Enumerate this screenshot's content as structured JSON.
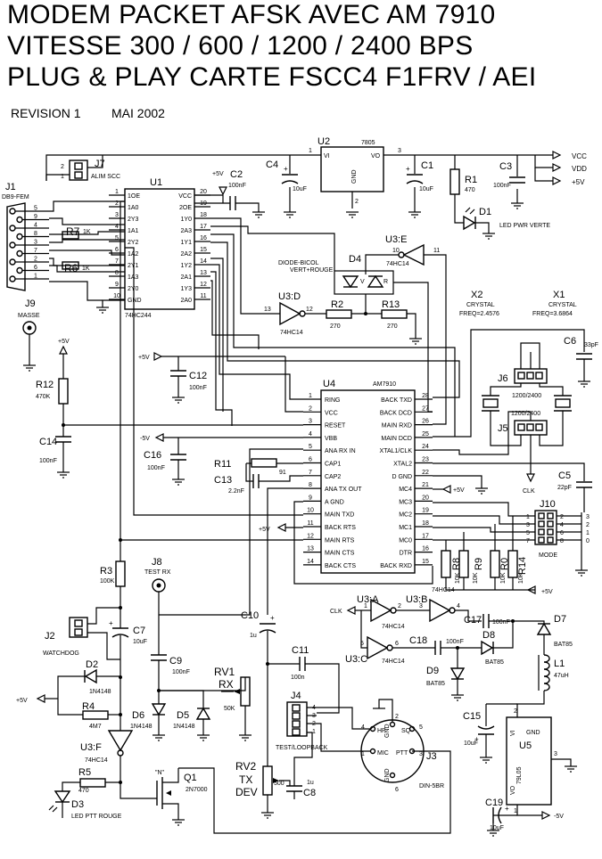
{
  "title": {
    "line1": "MODEM  PACKET AFSK AVEC AM 7910",
    "line2": "VITESSE 300 / 600 / 1200 / 2400  BPS",
    "line3": "PLUG & PLAY CARTE FSCC4  F1FRV / AEI"
  },
  "revision": "REVISION 1",
  "date": "MAI 2002",
  "ics": {
    "u1": {
      "ref": "U1",
      "part": "74HC244",
      "left_pins": [
        [
          "1OE",
          "1"
        ],
        [
          "1A0",
          "2"
        ],
        [
          "2Y3",
          "3"
        ],
        [
          "1A1",
          "4"
        ],
        [
          "2Y2",
          "5"
        ],
        [
          "1A2",
          "6"
        ],
        [
          "2Y1",
          "7"
        ],
        [
          "1A3",
          "8"
        ],
        [
          "2Y0",
          "9"
        ],
        [
          "GND",
          "10"
        ]
      ],
      "right_pins": [
        [
          "VCC",
          "20"
        ],
        [
          "2OE",
          "19"
        ],
        [
          "1Y0",
          "18"
        ],
        [
          "2A3",
          "17"
        ],
        [
          "1Y1",
          "16"
        ],
        [
          "2A2",
          "15"
        ],
        [
          "1Y2",
          "14"
        ],
        [
          "2A1",
          "13"
        ],
        [
          "1Y3",
          "12"
        ],
        [
          "2A0",
          "11"
        ]
      ]
    },
    "u2": {
      "ref": "U2",
      "part": "7805",
      "vi": "VI",
      "vo": "VO",
      "gnd": "GND",
      "p1": "1",
      "p2": "2",
      "p3": "3"
    },
    "u4": {
      "ref": "U4",
      "part": "AM7910",
      "left_pins": [
        [
          "RING",
          "1"
        ],
        [
          "VCC",
          "2"
        ],
        [
          "RESET",
          "3"
        ],
        [
          "VBB",
          "4"
        ],
        [
          "ANA RX IN",
          "5"
        ],
        [
          "CAP1",
          "6"
        ],
        [
          "CAP2",
          "7"
        ],
        [
          "ANA TX OUT",
          "8"
        ],
        [
          "A GND",
          "9"
        ],
        [
          "MAIN TXD",
          "10"
        ],
        [
          "BACK RTS",
          "11"
        ],
        [
          "MAIN RTS",
          "12"
        ],
        [
          "MAIN CTS",
          "13"
        ],
        [
          "BACK CTS",
          "14"
        ]
      ],
      "right_pins": [
        [
          "BACK TXD",
          "28"
        ],
        [
          "BACK DCD",
          "27"
        ],
        [
          "MAIN RXD",
          "26"
        ],
        [
          "MAIN DCD",
          "25"
        ],
        [
          "XTAL1/CLK",
          "24"
        ],
        [
          "XTAL2",
          "23"
        ],
        [
          "D GND",
          "22"
        ],
        [
          "MC4",
          "21"
        ],
        [
          "MC3",
          "20"
        ],
        [
          "MC2",
          "19"
        ],
        [
          "MC1",
          "18"
        ],
        [
          "MC0",
          "17"
        ],
        [
          "DTR",
          "16"
        ],
        [
          "BACK RXD",
          "15"
        ]
      ]
    },
    "u5": {
      "ref": "U5",
      "part": "79L05",
      "vi": "VI",
      "vo": "VO",
      "gnd": "GND",
      "p1": "1",
      "p2": "2",
      "p3": "3"
    },
    "u3a": {
      "ref": "U3:A",
      "part": "74HC14",
      "in": "1",
      "out": "2"
    },
    "u3b": {
      "ref": "U3:B",
      "part": "74HC14",
      "in": "3",
      "out": "4"
    },
    "u3c": {
      "ref": "U3:C",
      "part": "74HC14",
      "in": "5",
      "out": "6"
    },
    "u3d": {
      "ref": "U3:D",
      "part": "74HC14",
      "in": "13",
      "out": "12"
    },
    "u3e": {
      "ref": "U3:E",
      "part": "74HC14",
      "in": "10",
      "out": "11"
    },
    "u3f": {
      "ref": "U3:F",
      "part": "74HC14"
    }
  },
  "parts": {
    "r1": [
      "R1",
      "470"
    ],
    "r2": [
      "R2",
      "270"
    ],
    "r13": [
      "R13",
      "270"
    ],
    "r3": [
      "R3",
      "100K"
    ],
    "r4": [
      "R4",
      "4M7"
    ],
    "r5": [
      "R5",
      "470"
    ],
    "r6": [
      "R6",
      "1K"
    ],
    "r7": [
      "R7",
      "1K"
    ],
    "r11": [
      "R11",
      "91"
    ],
    "r12": [
      "R12",
      "470K"
    ],
    "r8": [
      "R8",
      "10K"
    ],
    "r9": [
      "R9",
      "10K"
    ],
    "r0": [
      "R0",
      "10K"
    ],
    "r14": [
      "R14",
      "10K"
    ],
    "c1": [
      "C1",
      "10uF"
    ],
    "c2": [
      "C2",
      "100nF"
    ],
    "c3": [
      "C3",
      "100nF"
    ],
    "c4": [
      "C4",
      "10uF"
    ],
    "c5": [
      "C5",
      "22pF"
    ],
    "c6": [
      "C6",
      "33pF"
    ],
    "c7": [
      "C7",
      "10uF"
    ],
    "c8": [
      "C8",
      "1u"
    ],
    "c9": [
      "C9",
      "100nF"
    ],
    "c10": [
      "C10",
      "1u"
    ],
    "c11": [
      "C11",
      "100n"
    ],
    "c12": [
      "C12",
      "100nF"
    ],
    "c13": [
      "C13",
      "2.2nF"
    ],
    "c14": [
      "C14",
      "100nF"
    ],
    "c15": [
      "C15",
      "10uF"
    ],
    "c16": [
      "C16",
      "100nF"
    ],
    "c17": [
      "C17",
      "100nF"
    ],
    "c18": [
      "C18",
      "100nF"
    ],
    "c19": [
      "C19",
      "10uF"
    ],
    "d1": [
      "D1",
      "LED PWR VERTE"
    ],
    "d2": [
      "D2",
      "1N4148"
    ],
    "d3": [
      "D3",
      "LED PTT ROUGE"
    ],
    "d4": [
      "D4",
      "DIODE-BICOL",
      "VERT+ROUGE"
    ],
    "d5": [
      "D5",
      "1N4148"
    ],
    "d6": [
      "D6",
      "1N4148"
    ],
    "d7": [
      "D7",
      "BAT85"
    ],
    "d8": [
      "D8",
      "BAT85"
    ],
    "d9": [
      "D9",
      "BAT85"
    ],
    "x1": [
      "X1",
      "CRYSTAL",
      "FREQ=3.6864"
    ],
    "x2": [
      "X2",
      "CRYSTAL",
      "FREQ=2.4576"
    ],
    "l1": [
      "L1",
      "47uH"
    ],
    "q1": [
      "Q1",
      "2N7000"
    ],
    "q1_tag": "\"N\"",
    "rv1": [
      "RV1",
      "RX",
      "50K"
    ],
    "rv2": [
      "RV2",
      "TX",
      "DEV",
      "500"
    ]
  },
  "connectors": {
    "j1": [
      "J1",
      "DB9-FEM"
    ],
    "j2": [
      "J2",
      "WATCHDOG"
    ],
    "j3": [
      "J3",
      "DIN-5BR"
    ],
    "j4": [
      "J4",
      "TEST/LOOPBACK"
    ],
    "j5": [
      "J5",
      "1200/2400"
    ],
    "j6": [
      "J6",
      "1200/2400"
    ],
    "j7": [
      "J7",
      "ALIM SCC"
    ],
    "j8": [
      "J8",
      "TEST RX"
    ],
    "j9": [
      "J9",
      "MASSE"
    ],
    "j10": [
      "J10",
      "MODE"
    ],
    "j3_pins": {
      "hp": "HP",
      "sq": "SQ",
      "mic": "MIC",
      "ptt": "PTT",
      "gnd": "GND"
    }
  },
  "nets": {
    "vcc": "VCC",
    "vdd": "VDD",
    "p5v": "+5V",
    "m5v": "-5V",
    "clk": "CLK"
  }
}
